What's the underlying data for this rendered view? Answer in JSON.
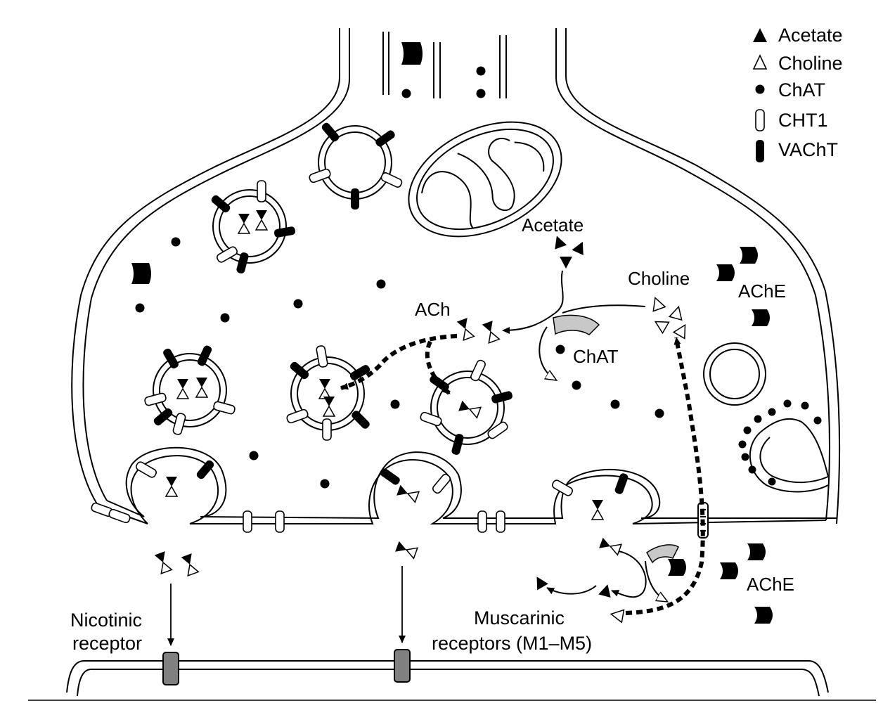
{
  "legend": {
    "acetate": "Acetate",
    "choline": "Choline",
    "chat": "ChAT",
    "cht1": "CHT1",
    "vacht": "VAChT"
  },
  "labels": {
    "acetate": "Acetate",
    "choline": "Choline",
    "ache_top": "AChE",
    "ach": "ACh",
    "chat": "ChAT",
    "ache_bottom": "AChE",
    "nicotinic_line1": "Nicotinic",
    "nicotinic_line2": "receptor",
    "muscarinic_line1": "Muscarinic",
    "muscarinic_line2": "receptors (M1–M5)"
  },
  "colors": {
    "ink": "#000000",
    "receptor_fill": "#808080",
    "enzyme_arrow_fill": "#c8c8c8",
    "paper": "#ffffff"
  }
}
